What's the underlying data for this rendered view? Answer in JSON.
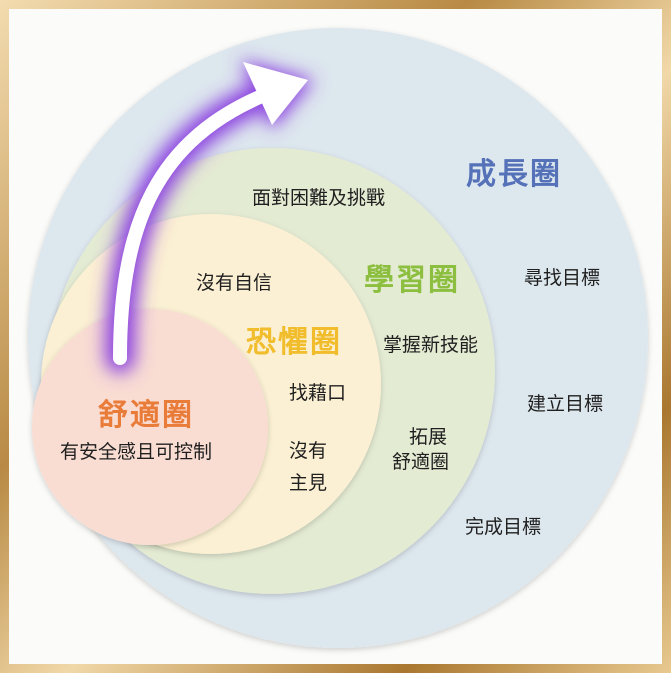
{
  "zones": {
    "growth": {
      "title": "成長圈",
      "items": [
        "尋找目標",
        "建立目標",
        "完成目標"
      ]
    },
    "learning": {
      "title": "學習圈",
      "top_text": "面對困難及挑戰",
      "items": [
        "掌握新技能"
      ],
      "expand_line1": "拓展",
      "expand_line2": "舒適圈"
    },
    "fear": {
      "title": "恐懼圈",
      "items": [
        "沒有自信",
        "找藉口"
      ],
      "no_opinion_line1": "沒有",
      "no_opinion_line2": "主見"
    },
    "comfort": {
      "title": "舒適圈",
      "subtitle": "有安全感且可控制"
    }
  },
  "colors": {
    "growth_fill": "#dde7ee",
    "learning_fill": "#e4ebd3",
    "fear_fill": "#fbf0d3",
    "comfort_fill": "#f9ddd3",
    "growth_title": "#5571b8",
    "learning_title": "#8cbf3f",
    "fear_title": "#f1bd2c",
    "comfort_title": "#ea7c3a",
    "arrow_glow": "#8a3fe0"
  },
  "icons": {
    "arrow": "curved-up-arrow-icon"
  }
}
